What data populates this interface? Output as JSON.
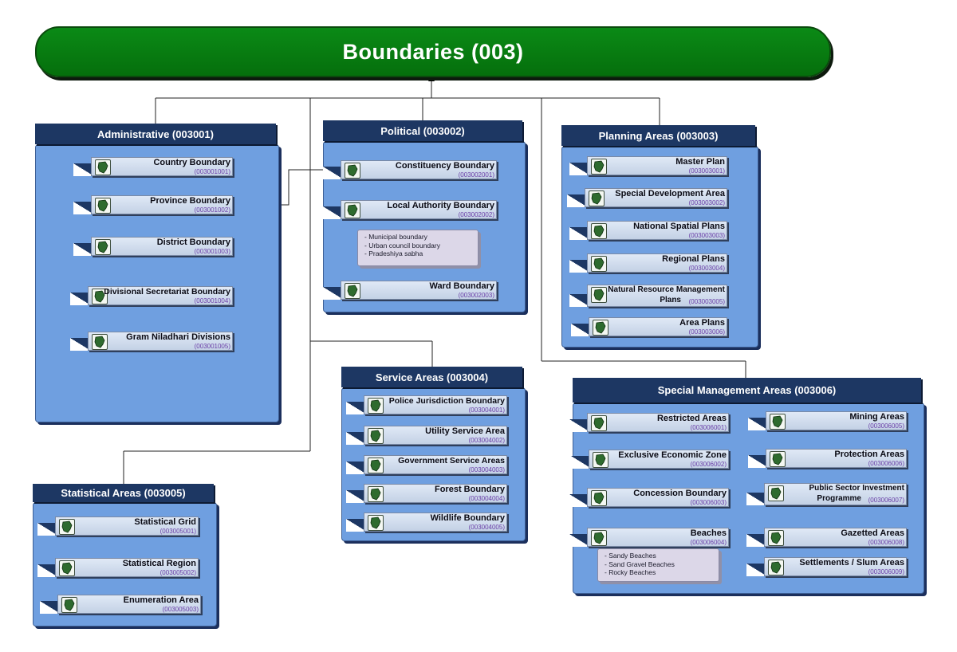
{
  "root": {
    "title": "Boundaries (003)"
  },
  "colors": {
    "root": "#078012",
    "panel": "#6f9fe0",
    "header": "#1d3763",
    "code": "#6b3fa8"
  },
  "icon": "map-icon",
  "administrative": {
    "title": "Administrative (003001)",
    "items": [
      {
        "name": "Country Boundary",
        "code": "(003001001)"
      },
      {
        "name": "Province Boundary",
        "code": "(003001002)"
      },
      {
        "name": "District Boundary",
        "code": "(003001003)"
      },
      {
        "name": "Divisional Secretariat Boundary",
        "code": "(003001004)"
      },
      {
        "name": "Gram Niladhari Divisions",
        "code": "(003001005)"
      }
    ]
  },
  "political": {
    "title": "Political (003002)",
    "items": [
      {
        "name": "Constituency Boundary",
        "code": "(003002001)"
      },
      {
        "name": "Local Authority Boundary",
        "code": "(003002002)"
      },
      {
        "name": "Ward Boundary",
        "code": "(003002003)"
      }
    ],
    "note": [
      "- Municipal boundary",
      "- Urban council boundary",
      "- Pradeshiya sabha"
    ]
  },
  "planning": {
    "title": "Planning Areas (003003)",
    "items": [
      {
        "name": "Master Plan",
        "code": "(003003001)"
      },
      {
        "name": "Special Development Area",
        "code": "(003003002)"
      },
      {
        "name": "National Spatial Plans",
        "code": "(003003003)"
      },
      {
        "name": "Regional Plans",
        "code": "(003003004)"
      },
      {
        "name": "Natural Resource Management",
        "name2": "Plans",
        "code": "(003003005)"
      },
      {
        "name": "Area Plans",
        "code": "(003003006)"
      }
    ]
  },
  "service": {
    "title": "Service Areas (003004)",
    "items": [
      {
        "name": "Police Jurisdiction Boundary",
        "code": "(003004001)"
      },
      {
        "name": "Utility Service Area",
        "code": "(003004002)"
      },
      {
        "name": "Government Service Areas",
        "code": "(003004003)"
      },
      {
        "name": "Forest Boundary",
        "code": "(003004004)"
      },
      {
        "name": "Wildlife Boundary",
        "code": "(003004005)"
      }
    ]
  },
  "statistical": {
    "title": "Statistical Areas (003005)",
    "items": [
      {
        "name": "Statistical Grid",
        "code": "(003005001)"
      },
      {
        "name": "Statistical Region",
        "code": "(003005002)"
      },
      {
        "name": "Enumeration Area",
        "code": "(003005003)"
      }
    ]
  },
  "special": {
    "title": "Special Management Areas (003006)",
    "items": [
      {
        "name": "Restricted Areas",
        "code": "(003006001)"
      },
      {
        "name": "Exclusive Economic Zone",
        "code": "(003006002)"
      },
      {
        "name": "Concession Boundary",
        "code": "(003006003)"
      },
      {
        "name": "Beaches",
        "code": "(003006004)"
      },
      {
        "name": "Mining Areas",
        "code": "(003006005)"
      },
      {
        "name": "Protection Areas",
        "code": "(003006006)"
      },
      {
        "name": "Public Sector Investment",
        "name2": "Programme",
        "code": "(003006007)"
      },
      {
        "name": "Gazetted Areas",
        "code": "(003006008)"
      },
      {
        "name": "Settlements / Slum Areas",
        "code": "(003006009)"
      }
    ],
    "note": [
      "- Sandy Beaches",
      "- Sand Gravel Beaches",
      "- Rocky Beaches"
    ]
  }
}
